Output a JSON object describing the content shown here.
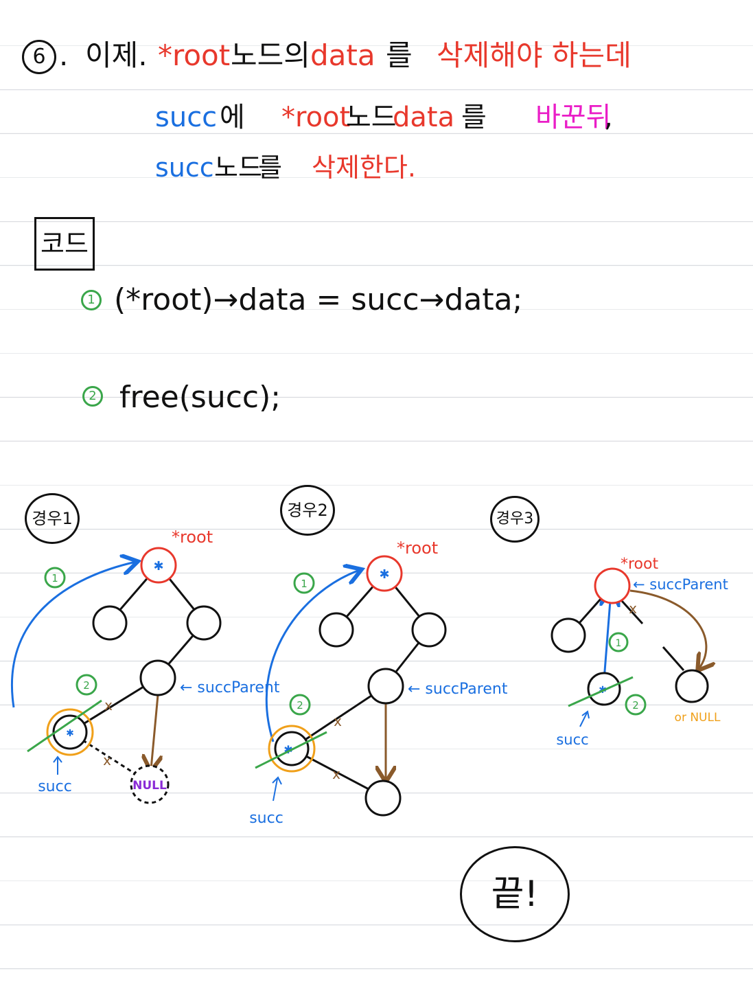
{
  "step": {
    "number": "6",
    "dot": ".",
    "intro": "이제.",
    "root_var": "*root",
    "node_of": "노드의",
    "data_word": "data",
    "object_marker": "를",
    "delete_phrase": "삭제해야 하는데"
  },
  "step_line2": {
    "succ": "succ",
    "to": "에",
    "root_var": "*root",
    "node": "노드",
    "data_word": "data",
    "object_marker": "를",
    "replace": "바꾼뒤",
    "comma": ","
  },
  "step_line3": {
    "succ": "succ",
    "node": "노드",
    "object_marker": "를",
    "delete": "삭제한다."
  },
  "code": {
    "label": "코드",
    "lines": [
      {
        "num": "1",
        "text": "(*root)→data = succ→data;"
      },
      {
        "num": "2",
        "text": "free(succ);"
      }
    ]
  },
  "diagrams": {
    "case1": {
      "label": "경우1",
      "step1": "1",
      "step2": "2",
      "root_label": "*root",
      "succ_parent_label": "← succParent",
      "succ_label": "succ",
      "null_label": "NULL",
      "cross_mark": "x"
    },
    "case2": {
      "label": "경우2",
      "step1": "1",
      "step2": "2",
      "root_label": "*root",
      "succ_parent_label": "← succParent",
      "succ_label": "succ",
      "cross_mark": "x"
    },
    "case3": {
      "label": "경우3",
      "step1": "1",
      "step2": "2",
      "root_label": "*root",
      "succ_parent_label": "← succParent",
      "succ_label": "succ",
      "or_null_label": "or NULL",
      "cross_mark": "x"
    }
  },
  "ending": "끝!",
  "colors": {
    "ink": "#111111",
    "red": "#e8382c",
    "blue": "#1a6fe0",
    "pink": "#ea1ec7",
    "green": "#3aa64a",
    "orange": "#f0a01a",
    "brown": "#8a5a2b",
    "purple": "#8a2bd6",
    "rule": "#d9dbe0"
  }
}
